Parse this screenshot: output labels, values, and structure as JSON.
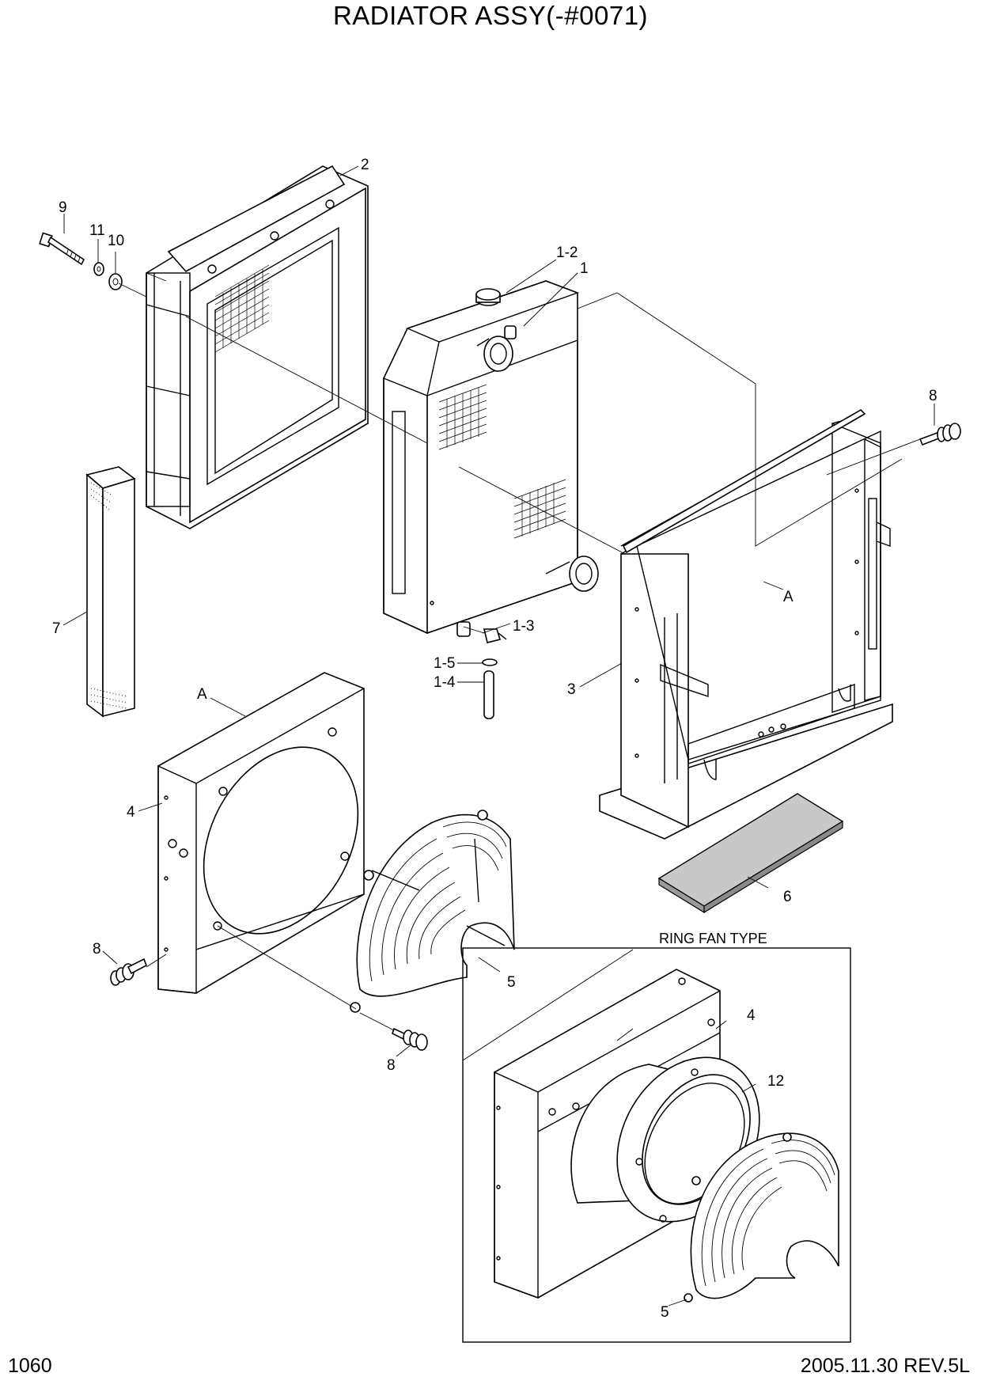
{
  "title": "RADIATOR ASSY(-#0071)",
  "footer": {
    "page_number": "1060",
    "revision": "2005.11.30  REV.5L"
  },
  "inset_title": "RING FAN TYPE",
  "callouts": {
    "c2": "2",
    "c9": "9",
    "c11": "11",
    "c10": "10",
    "c1_2": "1-2",
    "c1": "1",
    "c8_top": "8",
    "cA_right": "A",
    "c7": "7",
    "c1_3": "1-3",
    "c1_5": "1-5",
    "c1_4": "1-4",
    "c3": "3",
    "cA_left": "A",
    "c4": "4",
    "c6": "6",
    "c8_left": "8",
    "c5": "5",
    "c8_bottom": "8",
    "c4_ring": "4",
    "c12": "12",
    "c5_ring": "5"
  },
  "parts": [
    {
      "ref": "2",
      "icon": "radiator-shroud-frame"
    },
    {
      "ref": "1",
      "icon": "radiator-core"
    },
    {
      "ref": "1-2",
      "icon": "radiator-cap"
    },
    {
      "ref": "1-3",
      "icon": "drain-cock"
    },
    {
      "ref": "1-4",
      "icon": "drain-hose"
    },
    {
      "ref": "1-5",
      "icon": "hose-clamp"
    },
    {
      "ref": "3",
      "icon": "radiator-support-bracket"
    },
    {
      "ref": "4",
      "icon": "fan-shroud"
    },
    {
      "ref": "5",
      "icon": "fan-guard"
    },
    {
      "ref": "6",
      "icon": "rubber-pad"
    },
    {
      "ref": "7",
      "icon": "foam-seal"
    },
    {
      "ref": "8",
      "icon": "bolt-with-washers"
    },
    {
      "ref": "9",
      "icon": "bolt"
    },
    {
      "ref": "10",
      "icon": "flat-washer"
    },
    {
      "ref": "11",
      "icon": "spring-washer"
    },
    {
      "ref": "12",
      "icon": "fan-ring"
    }
  ]
}
